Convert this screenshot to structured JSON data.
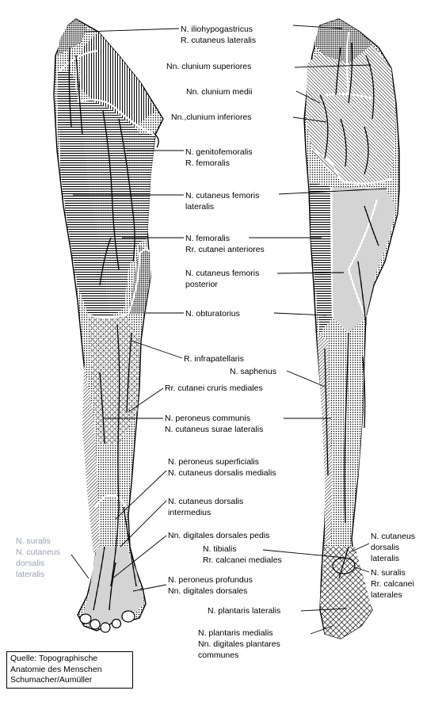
{
  "labels": {
    "iliohypogastricus": [
      "N. iliohypogastricus",
      "R. cutaneus lateralis"
    ],
    "clunium_sup": [
      "Nn. clunium superiores"
    ],
    "clunium_med": [
      "Nn. clunium medii"
    ],
    "clunium_inf": [
      "Nn.,clunium inferiores"
    ],
    "genitofemoralis": [
      "N. genitofemoralis",
      "R. femoralis"
    ],
    "cut_fem_lat": [
      "N. cutaneus femoris",
      "lateralis"
    ],
    "femoralis": [
      "N. femoralis",
      "Rr. cutanei anteriores"
    ],
    "cut_fem_post": [
      "N. cutaneus femoris",
      "posterior"
    ],
    "obturatorius": [
      "N. obturatorius"
    ],
    "infrapatellaris": [
      "R. infrapatellaris"
    ],
    "saphenus": [
      "N. saphenus"
    ],
    "cruris_med": [
      "Rr. cutanei cruris mediales"
    ],
    "peroneus_comm": [
      "N. peroneus communis",
      "N. cutaneus surae lateralis"
    ],
    "peroneus_sup": [
      "N. peroneus superficialis",
      "N. cutaneus dorsalis medialis"
    ],
    "cut_dors_int": [
      "N. cutaneus dorsalis",
      "intermedius"
    ],
    "dig_dors_pedis": [
      "Nn. digitales dorsales pedis"
    ],
    "tibialis": [
      "N. tibialis",
      "Rr. calcanei mediales"
    ],
    "peroneus_prof": [
      "N. peroneus profundus",
      "Nn. digitales dorsales"
    ],
    "cut_dors_lat_r": [
      "N. cutaneus",
      "dorsalis",
      "lateralis"
    ],
    "suralis_r": [
      "N. suralis",
      "Rr. calcanei",
      "laterales"
    ],
    "plantaris_lat": [
      "N. plantaris lateralis"
    ],
    "plantaris_med": [
      "N. plantaris medialis",
      "Nn. digitales plantares",
      "communes"
    ],
    "suralis_l": [
      "N. suralis",
      "N. cutaneus",
      "dorsalis",
      "lateralis"
    ]
  },
  "source": [
    "Quelle: Topographische",
    "Anatomie des Menschen",
    "Schumacher/Aumüller"
  ]
}
